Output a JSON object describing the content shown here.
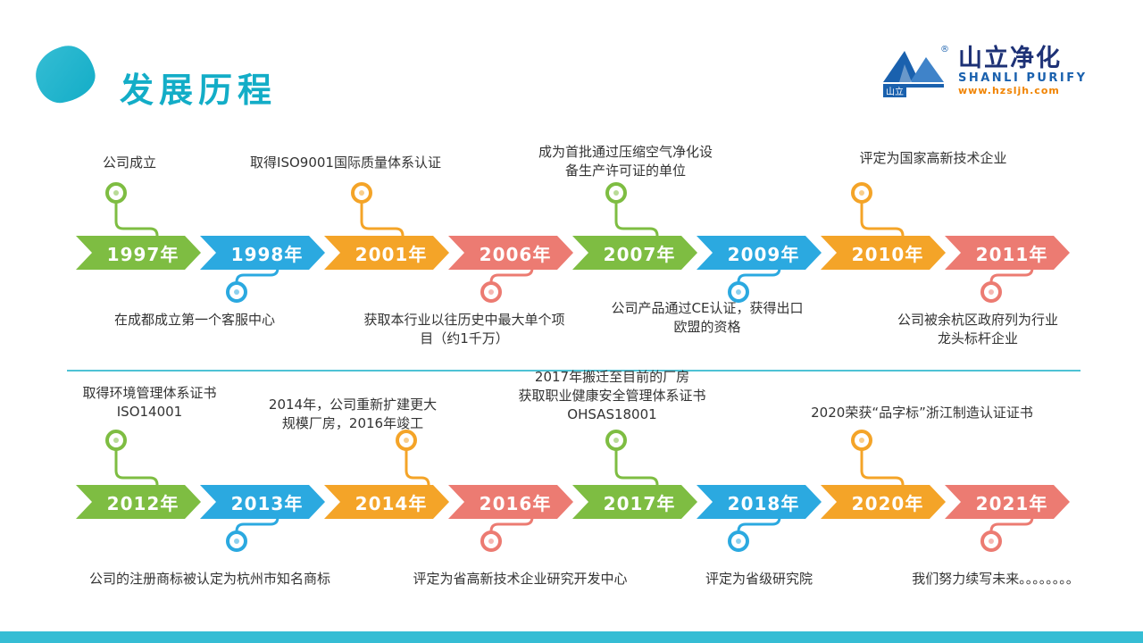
{
  "slide": {
    "title": "发展历程"
  },
  "logo": {
    "mark": "山立",
    "registered": "®",
    "company": "山立净化",
    "company_en": "SHANLI PURIFY",
    "website": "www.hzsljh.com"
  },
  "colors": {
    "green": "#7ebd42",
    "blue": "#2ba9e0",
    "orange": "#f4a428",
    "red": "#ec7b72",
    "accent": "#13adc7",
    "accent_light": "#35bdd4",
    "logo_blue": "#1a61ae",
    "logo_navy": "#1d3176",
    "logo_orange": "#f08300",
    "text": "#333333"
  },
  "timeline": {
    "row1": [
      {
        "year": "1997年",
        "color": "green",
        "note": "公司成立"
      },
      {
        "year": "1998年",
        "color": "blue",
        "note": "在成都成立第一个客服中心"
      },
      {
        "year": "2001年",
        "color": "orange",
        "note": "取得ISO9001国际质量体系认证"
      },
      {
        "year": "2006年",
        "color": "red",
        "note": "获取本行业以往历史中最大单个项\n目（约1千万）"
      },
      {
        "year": "2007年",
        "color": "green",
        "note": "成为首批通过压缩空气净化设\n备生产许可证的单位"
      },
      {
        "year": "2009年",
        "color": "blue",
        "note": "公司产品通过CE认证，获得出口\n欧盟的资格"
      },
      {
        "year": "2010年",
        "color": "orange",
        "note": "评定为国家高新技术企业"
      },
      {
        "year": "2011年",
        "color": "red",
        "note": "公司被余杭区政府列为行业\n龙头标杆企业"
      }
    ],
    "row2": [
      {
        "year": "2012年",
        "color": "green",
        "note": "取得环境管理体系证书\nISO14001"
      },
      {
        "year": "2013年",
        "color": "blue",
        "note": "公司的注册商标被认定为杭州市知名商标"
      },
      {
        "year": "2014年",
        "color": "orange",
        "note": "2014年，公司重新扩建更大\n规模厂房，2016年竣工"
      },
      {
        "year": "2016年",
        "color": "red",
        "note": "评定为省高新技术企业研究开发中心"
      },
      {
        "year": "2017年",
        "color": "green",
        "note": "2017年搬迁至目前的厂房\n获取职业健康安全管理体系证书\nOHSAS18001"
      },
      {
        "year": "2018年",
        "color": "blue",
        "note": "评定为省级研究院"
      },
      {
        "year": "2020年",
        "color": "orange",
        "note": "2020荣获“品字标”浙江制造认证证书"
      },
      {
        "year": "2021年",
        "color": "red",
        "note": "我们努力续写未来。。。。。。。。"
      }
    ]
  }
}
